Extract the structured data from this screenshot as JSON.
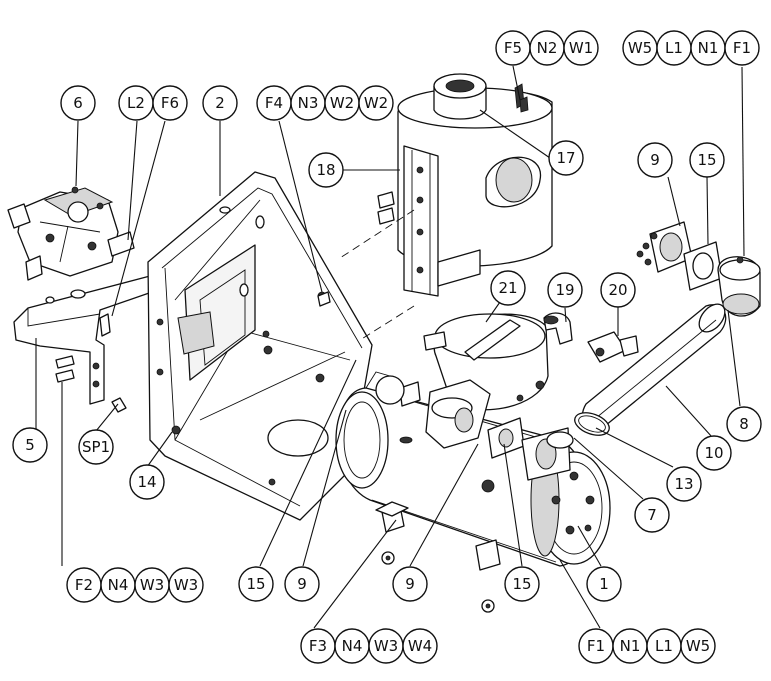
{
  "balloons": {
    "b6": "6",
    "bL2": "L2",
    "bF6": "F6",
    "b2": "2",
    "bF4": "F4",
    "bN3": "N3",
    "bW2a": "W2",
    "bW2b": "W2",
    "bF5": "F5",
    "bN2": "N2",
    "bW1": "W1",
    "bW5": "W5",
    "bL1": "L1",
    "bN1": "N1",
    "bF1": "F1",
    "b18": "18",
    "b17": "17",
    "b9a": "9",
    "b15a": "15",
    "b21": "21",
    "b19": "19",
    "b20": "20",
    "b5": "5",
    "bSP1": "SP1",
    "b14": "14",
    "b8": "8",
    "b10": "10",
    "b13": "13",
    "b7": "7",
    "bF2": "F2",
    "bN4a": "N4",
    "bW3a": "W3",
    "bW3b": "W3",
    "b15b": "15",
    "b9b": "9",
    "b9c": "9",
    "b15c": "15",
    "b1": "1",
    "bF3": "F3",
    "bN4b": "N4",
    "bW3c": "W3",
    "bW4": "W4",
    "bF1b": "F1",
    "bN1b": "N1",
    "bL1b": "L1",
    "bW5b": "W5"
  }
}
